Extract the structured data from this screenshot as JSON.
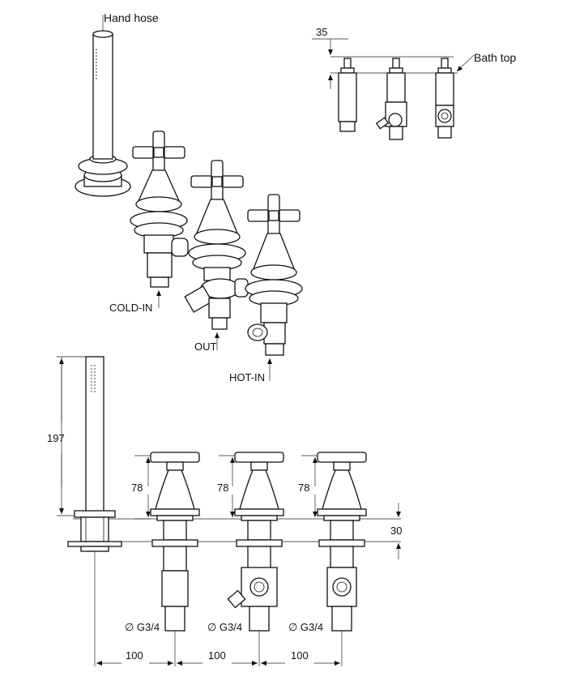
{
  "labels": {
    "hand_hose": "Hand hose",
    "bath_top": "Bath top",
    "cold_in": "COLD-IN",
    "out": "OUT",
    "hot_in": "HOT-IN"
  },
  "dimensions": {
    "top_offset": "35",
    "hose_height": "197",
    "handle_height_1": "78",
    "handle_height_2": "78",
    "handle_height_3": "78",
    "deck_thickness": "30",
    "thread_1": "∅ G3/4",
    "thread_2": "∅ G3/4",
    "thread_3": "∅ G3/4",
    "spacing_1": "100",
    "spacing_2": "100",
    "spacing_3": "100"
  }
}
